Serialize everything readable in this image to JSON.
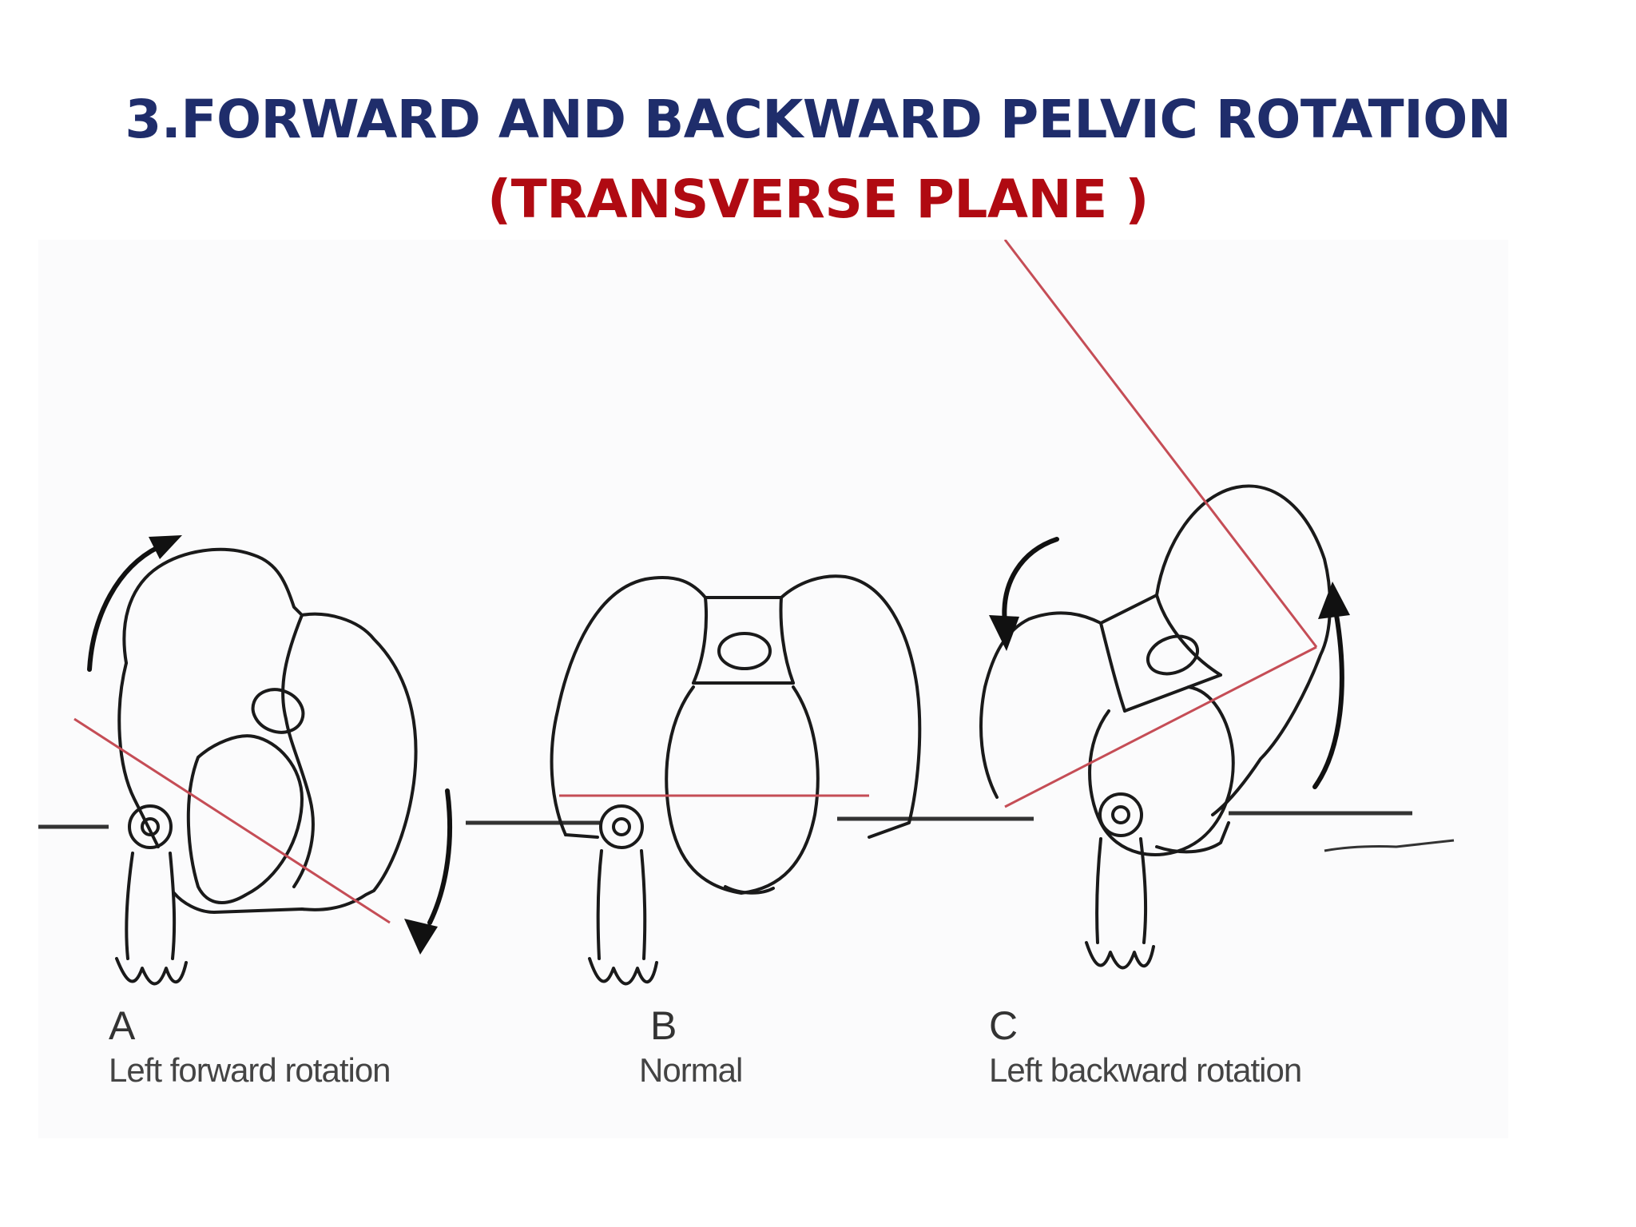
{
  "slide": {
    "title_line_1": "3.FORWARD AND BACKWARD PELVIC ROTATION",
    "title_line_2": "(TRANSVERSE PLANE )"
  },
  "figure": {
    "panels": [
      {
        "letter": "A",
        "caption": "Left forward rotation"
      },
      {
        "letter": "B",
        "caption": "Normal"
      },
      {
        "letter": "C",
        "caption": "Left backward rotation"
      }
    ],
    "colors": {
      "title_primary": "#1f2d6b",
      "title_secondary": "#b00a12",
      "reference_line": "#c54d56",
      "outline": "#1a1a1a"
    }
  }
}
